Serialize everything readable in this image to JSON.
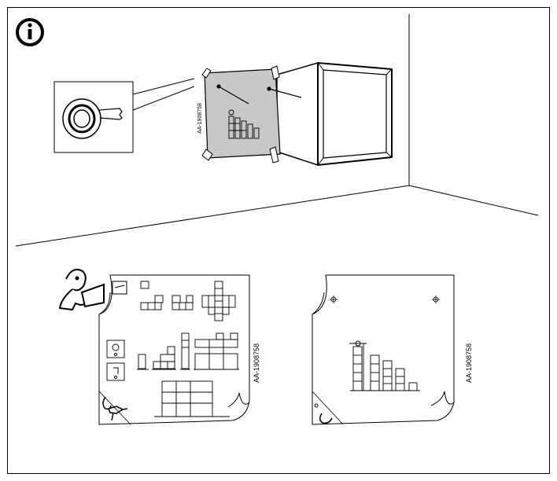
{
  "info_symbol": "i",
  "codes": {
    "small_sheet": "AA-1908758",
    "left_sheet": "AA-1908758",
    "right_sheet": "AA-1908758"
  },
  "colors": {
    "line": "#000000",
    "template_fill": "#c8c8c8",
    "background": "#ffffff"
  },
  "icons": [
    "info-icon",
    "tape-roll-icon",
    "pin-icon",
    "reading-person-icon",
    "crosshair-icon",
    "drill-icon"
  ]
}
